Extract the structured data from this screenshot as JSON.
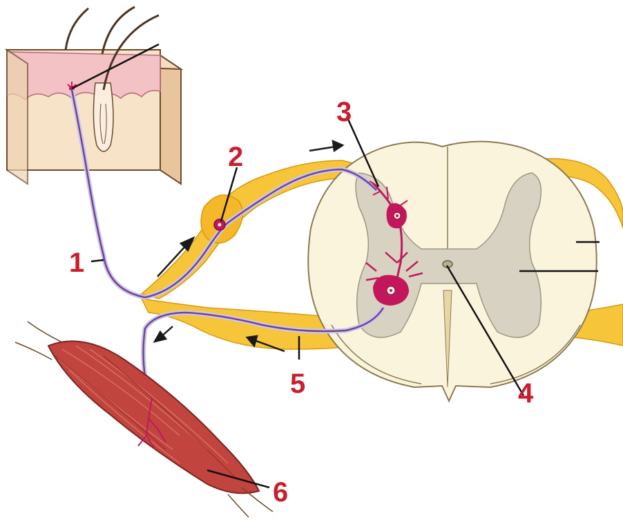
{
  "labels": {
    "one": "1",
    "two": "2",
    "three": "3",
    "four": "4",
    "five": "5",
    "six": "6"
  },
  "colors": {
    "label_red": "#c81e2e",
    "nerve_yellow": "#f6c53a",
    "nerve_light": "#fce9a8",
    "neuron_magenta": "#c2185b",
    "axon_purple": "#7b3f96",
    "cord_white": "#fbf4dc",
    "gray_matter": "#d8d2c2",
    "muscle_red": "#c1443e",
    "skin_pink": "#f3c2c4",
    "skin_tan": "#f6dcc0"
  }
}
